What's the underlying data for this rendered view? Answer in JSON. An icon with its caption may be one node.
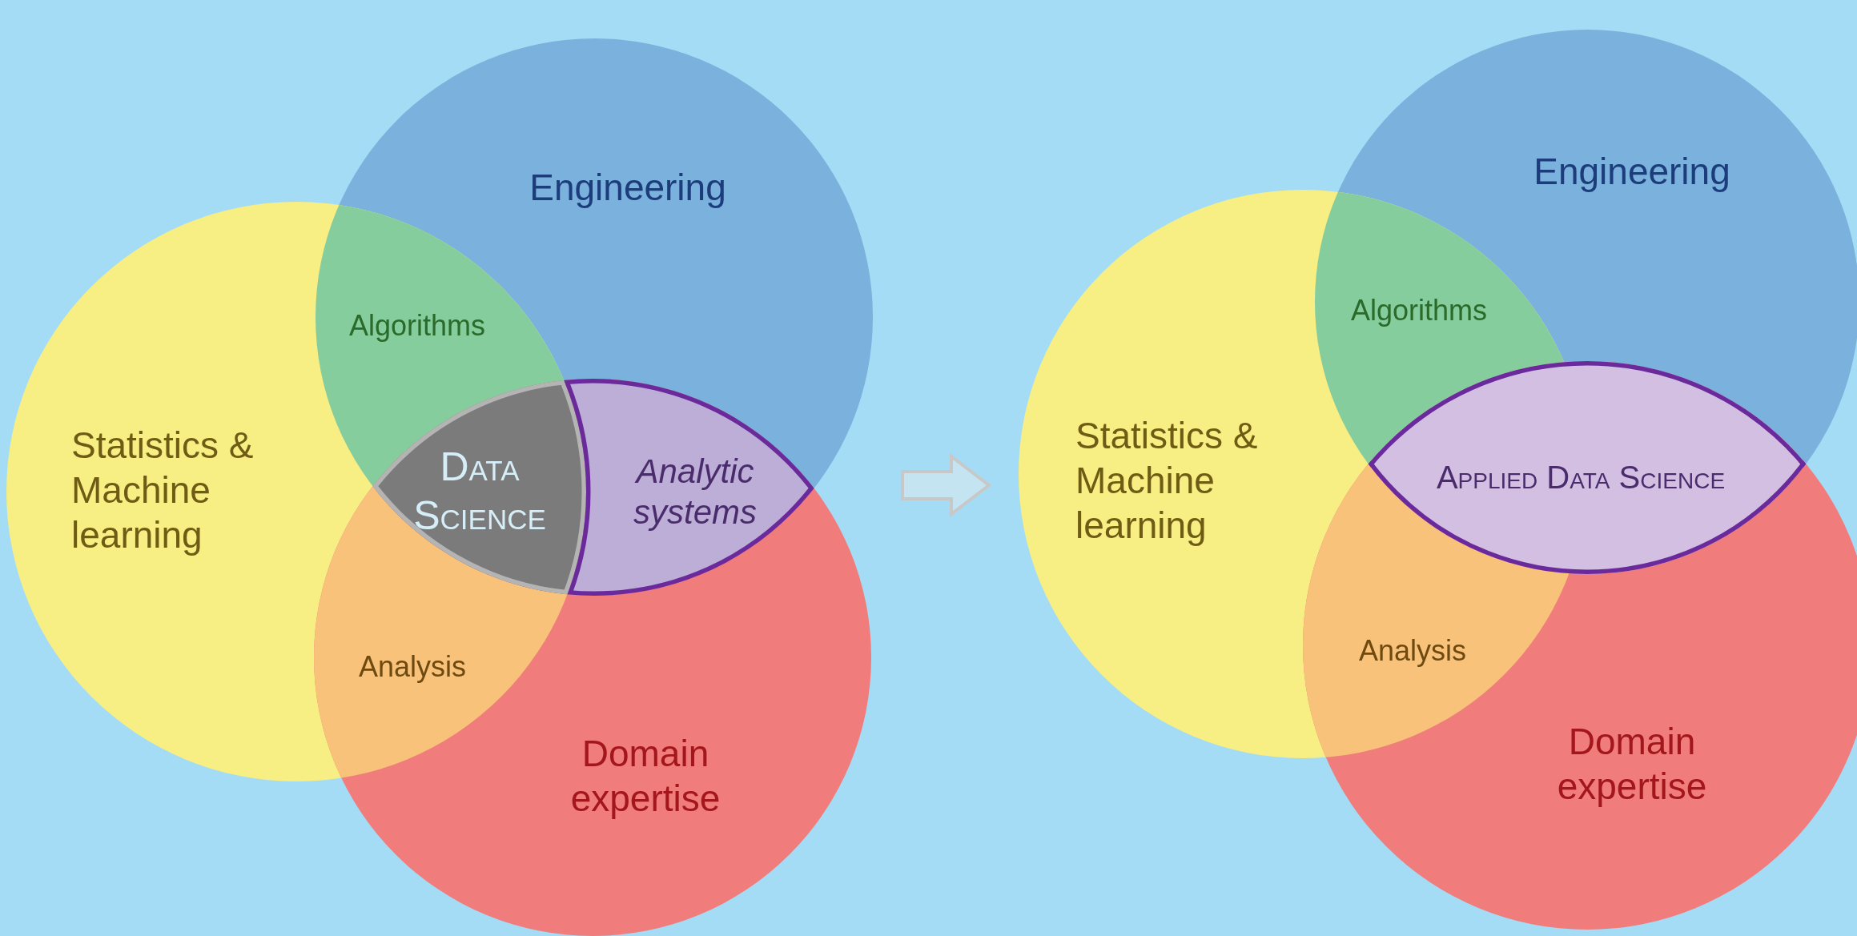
{
  "diagram": {
    "nodes": [
      {
        "text": [],
        "shape": "diagram"
      },
      {
        "text": [
          "Engineering"
        ],
        "in": 0
      },
      {
        "text": [
          "Algorithms"
        ],
        "in": 0
      },
      {
        "text": [
          "Statistics & Machine learning"
        ],
        "in": 0
      },
      {
        "text": [
          "Data Science"
        ],
        "in": 0
      },
      {
        "text": [
          "Analytic systems"
        ],
        "in": 0
      },
      {
        "text": [
          "Analysis"
        ],
        "in": 0
      },
      {
        "text": [
          "Domain expertise"
        ],
        "in": 0
      },
      {
        "text": [],
        "shape": "diagram"
      },
      {
        "text": [
          "Engineering"
        ],
        "in": 8
      },
      {
        "text": [
          "Algorithms"
        ],
        "in": 8
      },
      {
        "text": [
          "Statistics & Machine learning"
        ],
        "in": 8
      },
      {
        "text": [
          "Applied Data Science"
        ],
        "in": 8
      },
      {
        "text": [
          "Analysis"
        ],
        "in": 8
      },
      {
        "text": [
          "Domain expertise"
        ],
        "in": 8
      }
    ],
    "edges": [
      {
        "from": 0,
        "to": 8,
        "arrow": "to"
      }
    ]
  }
}
